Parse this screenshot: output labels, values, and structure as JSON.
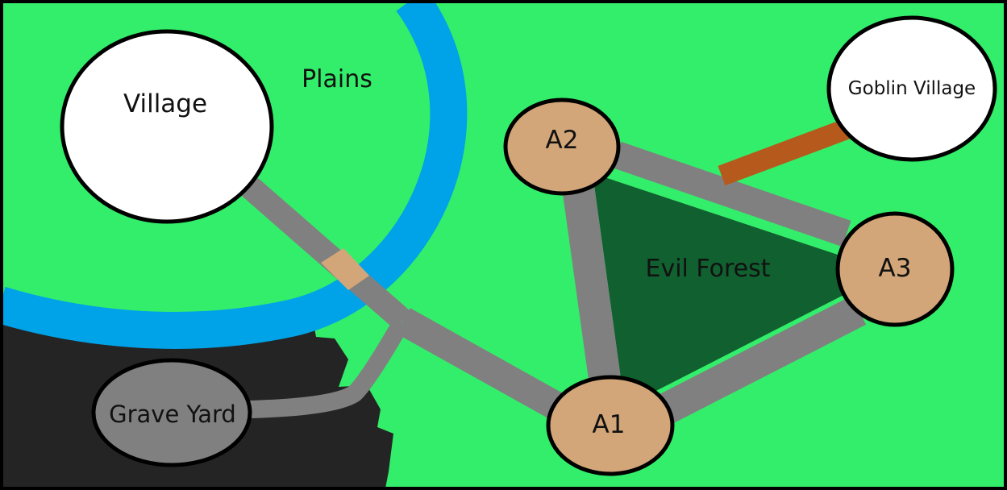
{
  "map": {
    "colors": {
      "grass": "#33ee6a",
      "river": "#00a2e8",
      "shadow": "#242424",
      "forest": "#116030",
      "road": "#808080",
      "bridge": "#d2a679",
      "goblin_road": "#b55a1c",
      "town": "#ffffff",
      "area": "#d2a679",
      "graveyard": "#808080",
      "outline": "#000000"
    },
    "regions": {
      "plains": "Plains",
      "evil_forest": "Evil Forest"
    },
    "locations": {
      "village": "Village",
      "goblin_village": "Goblin Village",
      "grave_yard": "Grave Yard",
      "a1": "A1",
      "a2": "A2",
      "a3": "A3"
    }
  }
}
